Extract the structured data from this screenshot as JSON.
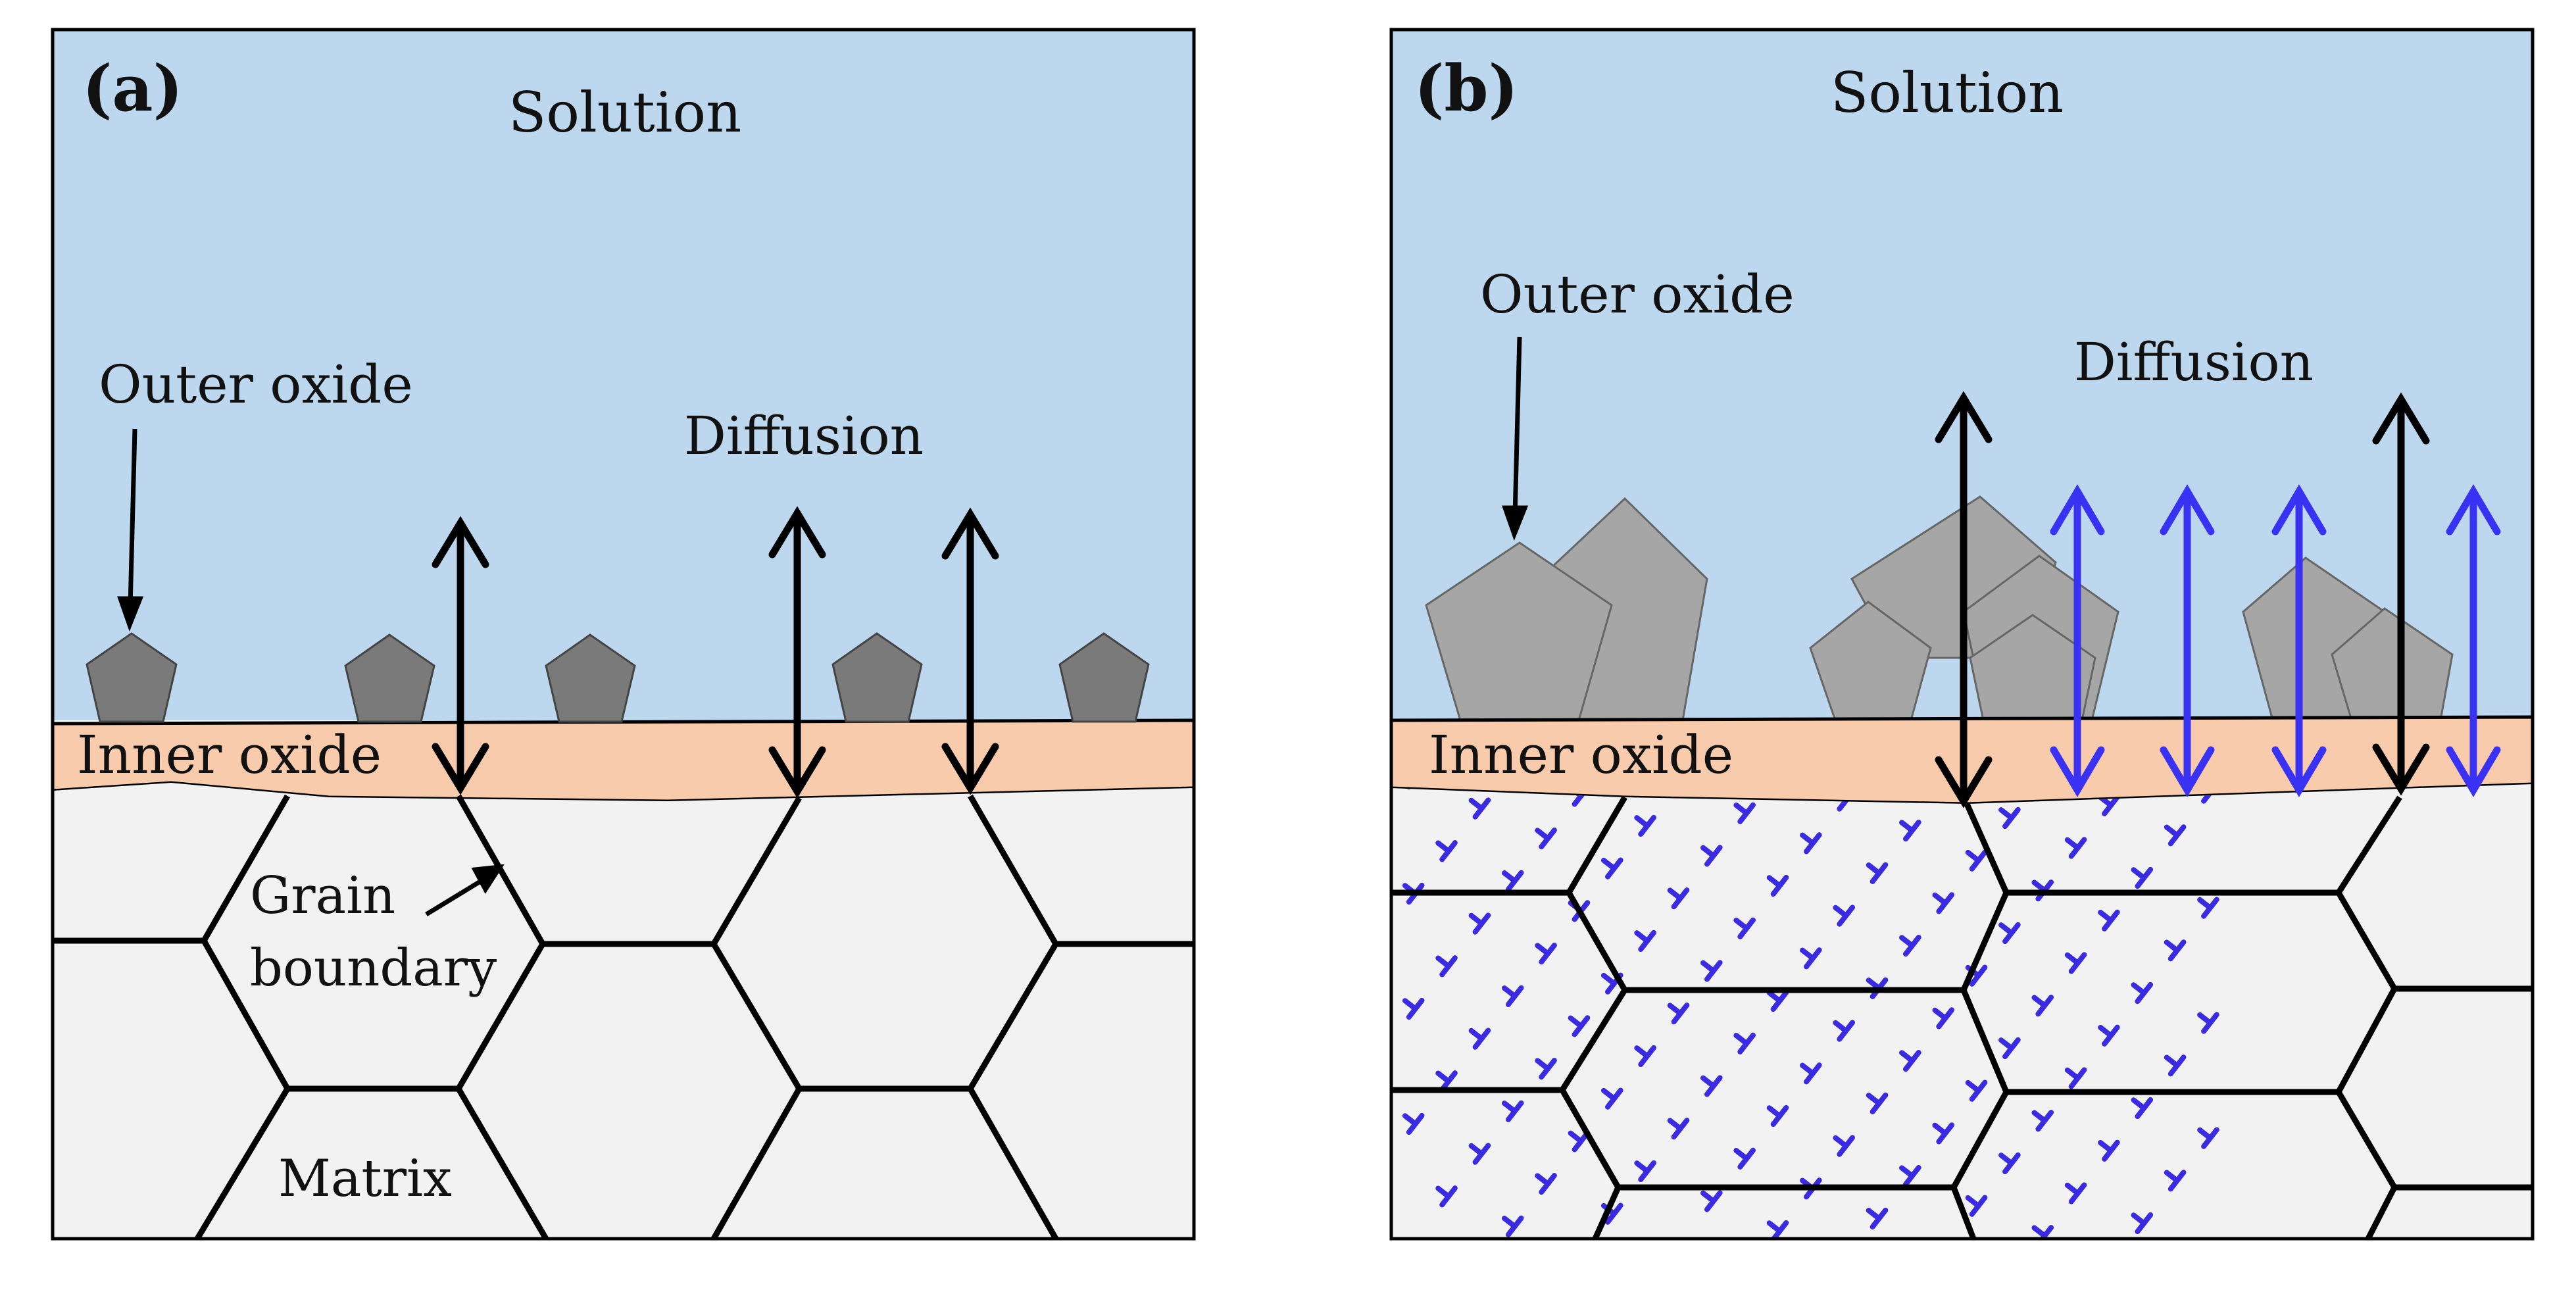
{
  "panels": [
    {
      "id": "a",
      "tag": "(a)",
      "solution_label": "Solution",
      "outer_oxide_label": "Outer oxide",
      "diffusion_label": "Diffusion",
      "inner_oxide_label": "Inner oxide",
      "grain_boundary_label_line1": "Grain",
      "grain_boundary_label_line2": "boundary",
      "matrix_label": "Matrix"
    },
    {
      "id": "b",
      "tag": "(b)",
      "solution_label": "Solution",
      "outer_oxide_label": "Outer oxide",
      "diffusion_label": "Diffusion",
      "inner_oxide_label": "Inner oxide"
    }
  ],
  "colors": {
    "solution": "#bdd7ee",
    "inner_oxide": "#f8cbad",
    "matrix": "#f2f2f2",
    "outer_oxide_small": "#7a7a7a",
    "outer_oxide_large": "#a6a6a6",
    "outline": "#000000",
    "dislocation": "#3a2be0",
    "blue_arrow": "#3a32f2"
  },
  "icons": {
    "diffusion_arrow": "double-headed-vertical-arrow",
    "dislocation": "inverted-t-dislocation-symbol",
    "outer_oxide": "pentagon"
  }
}
